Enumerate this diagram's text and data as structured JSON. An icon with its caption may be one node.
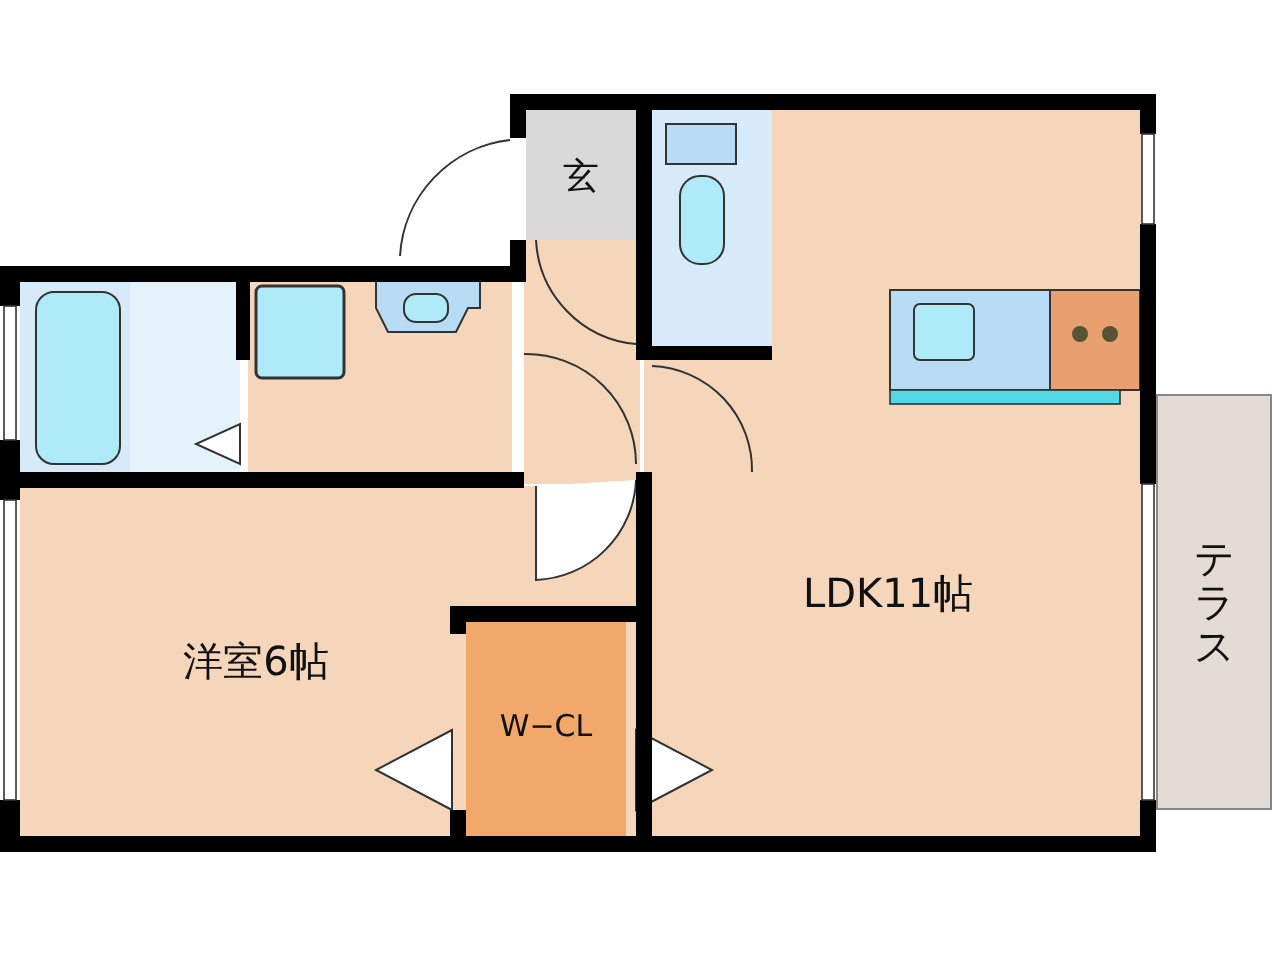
{
  "diagram": {
    "nodes": [
      {
        "text": [
          "玄"
        ]
      },
      {
        "text": [
          "LDK11帖"
        ]
      },
      {
        "text": [
          "洋室6帖"
        ]
      },
      {
        "text": [
          "W−CL"
        ],
        "in": 2
      },
      {
        "text": [
          "テラス"
        ]
      }
    ]
  }
}
